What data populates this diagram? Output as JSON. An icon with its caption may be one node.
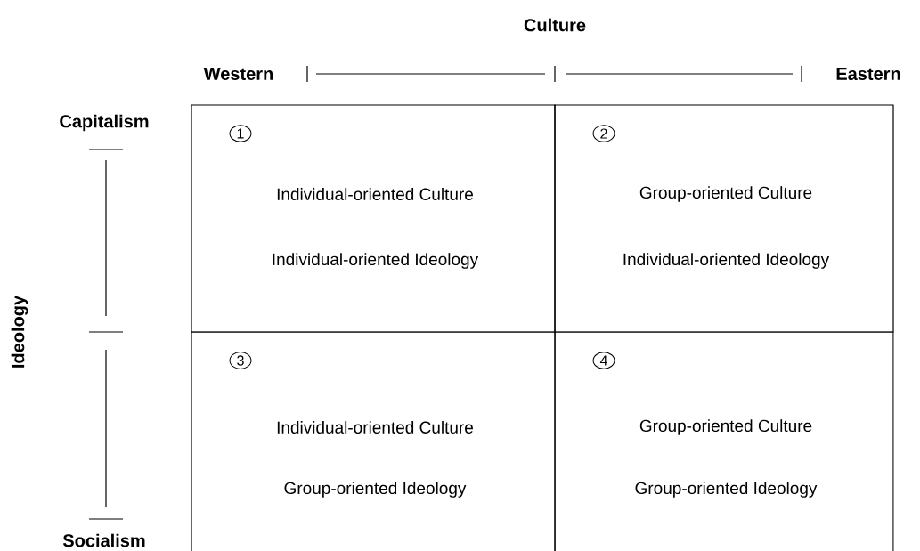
{
  "diagram": {
    "title": "Culture",
    "nodes": [
      {
        "text": [
          "1",
          "Individual-oriented Culture",
          "Individual-oriented Ideology"
        ]
      },
      {
        "text": [
          "2",
          "Group-oriented Culture",
          "Individual-oriented Ideology"
        ]
      },
      {
        "text": [
          "3",
          "Individual-oriented Culture",
          "Group-oriented Ideology"
        ]
      },
      {
        "text": [
          "4",
          "Group-oriented Culture",
          "Group-oriented Ideology"
        ]
      }
    ],
    "labels": [
      "Western",
      "Eastern",
      "Capitalism",
      "Ideology",
      "Socialism"
    ]
  }
}
